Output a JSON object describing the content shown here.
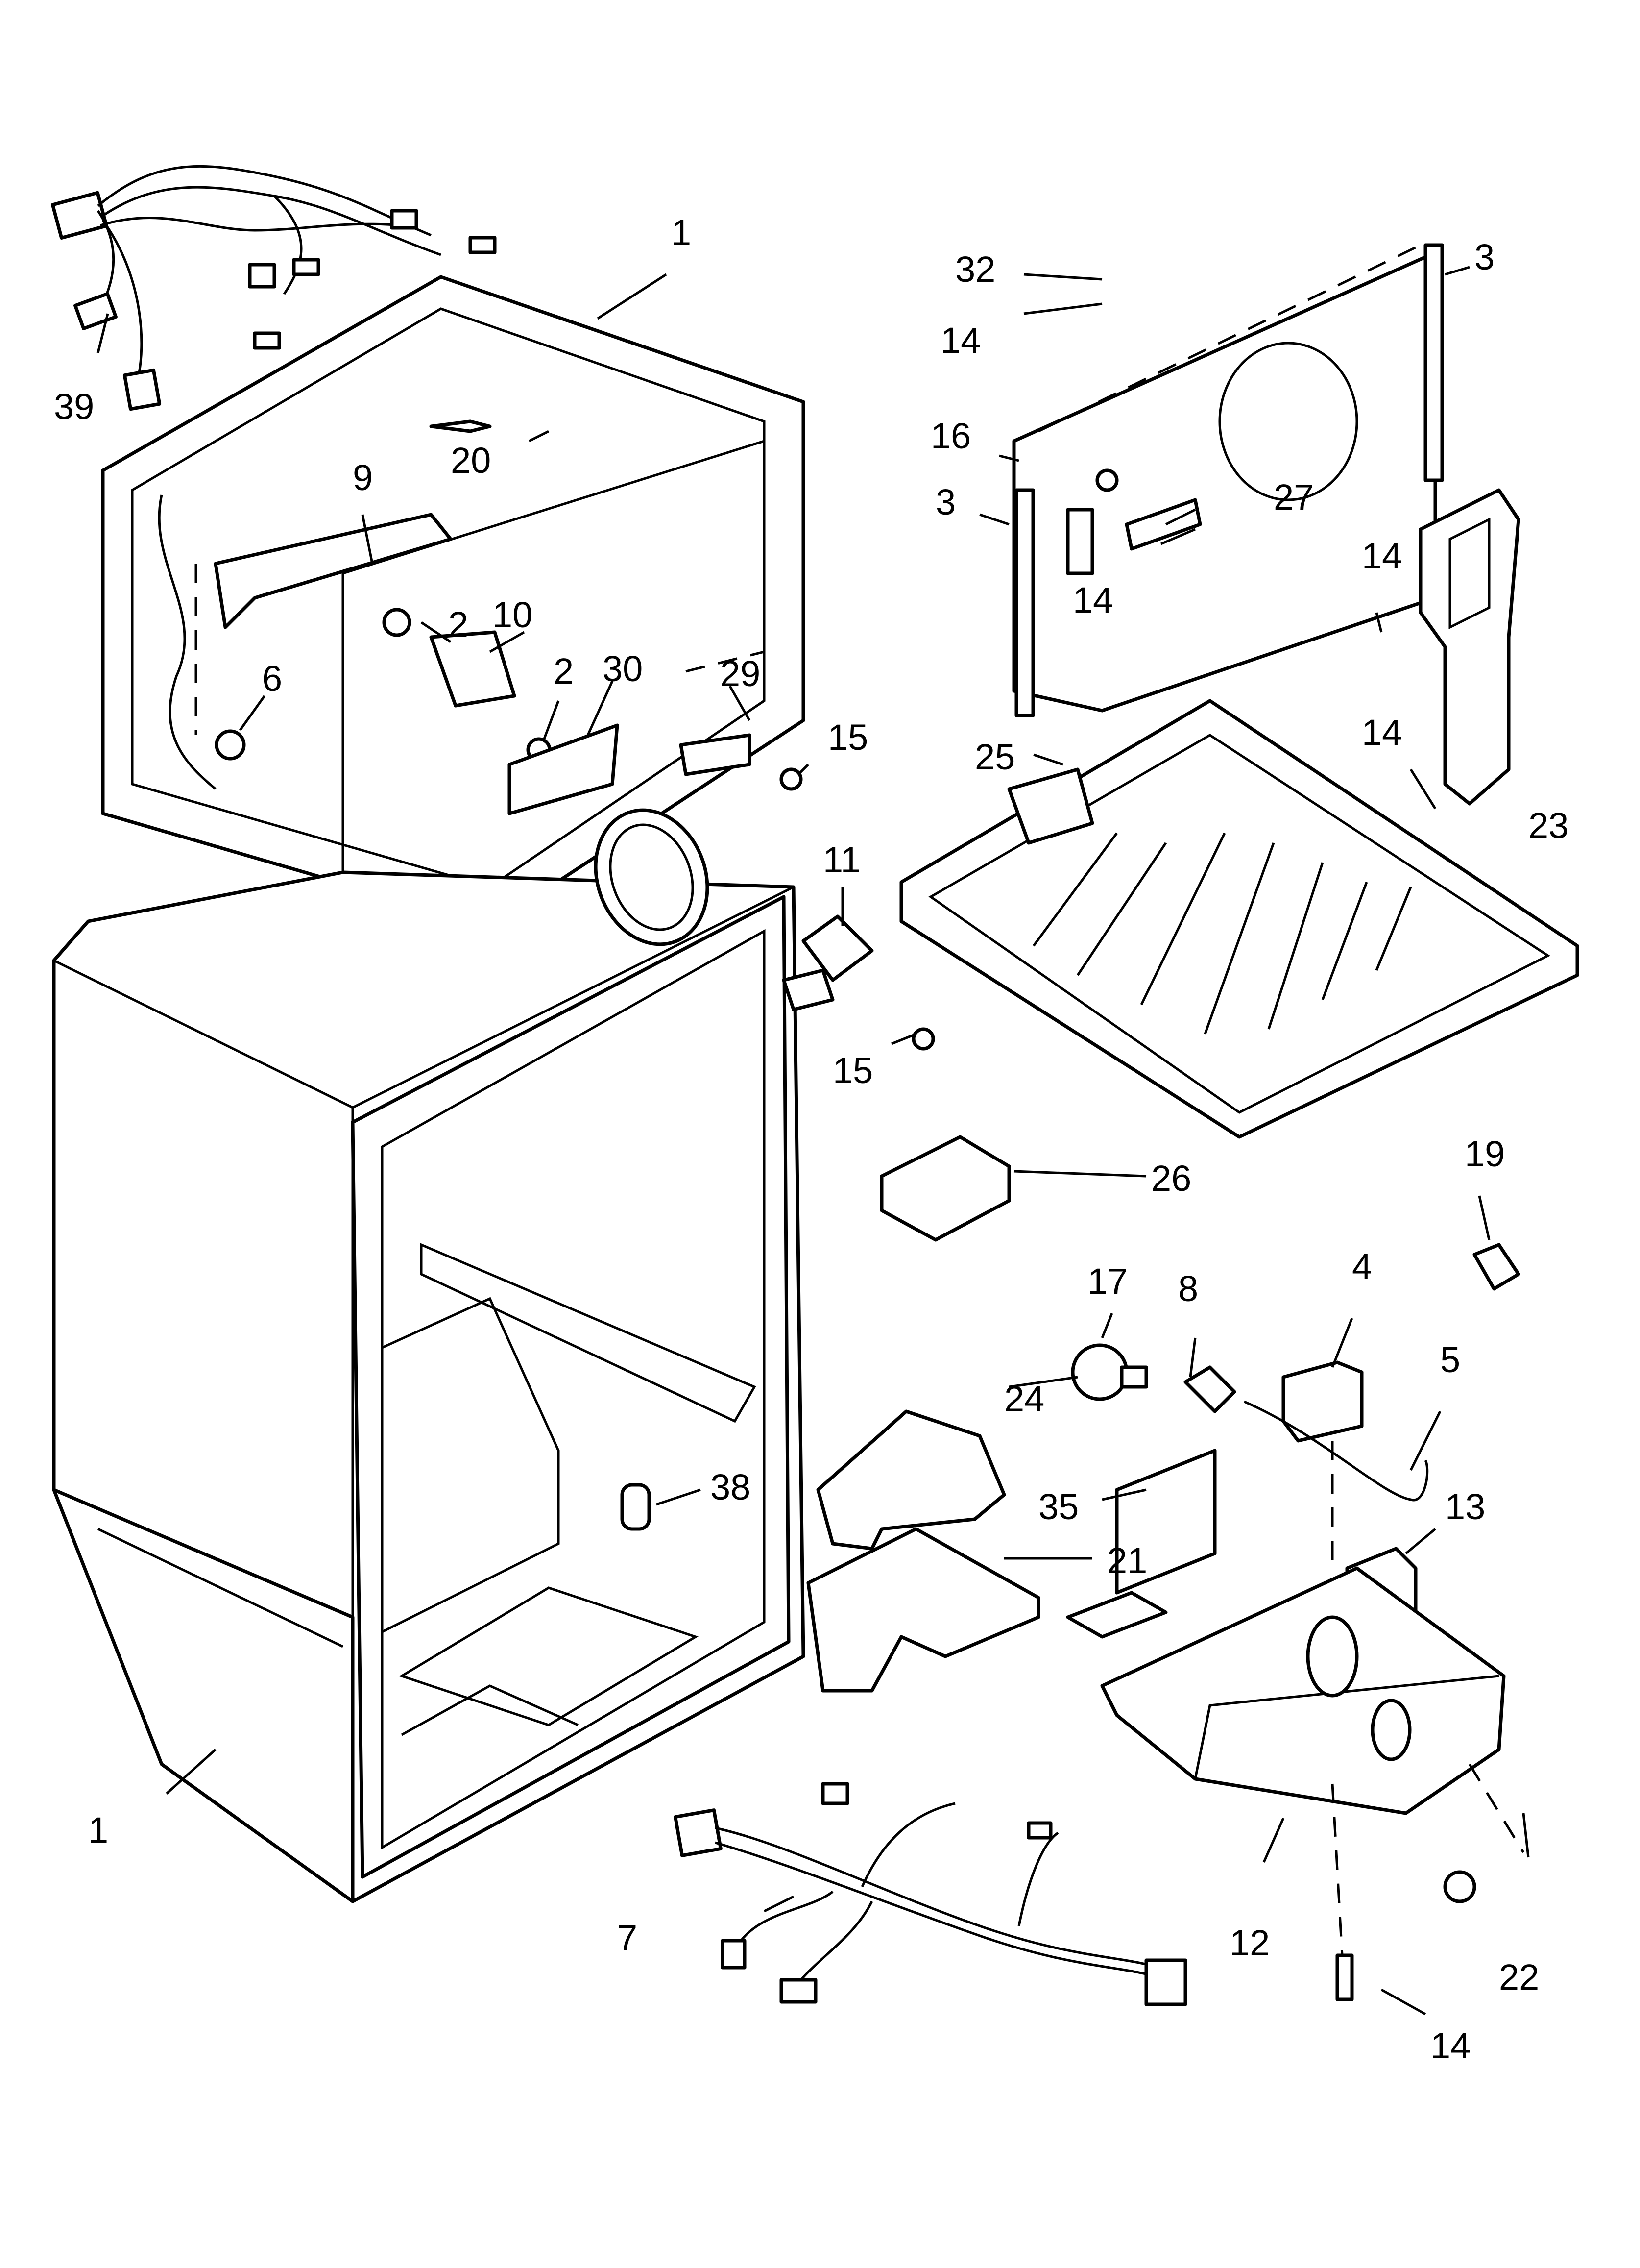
{
  "diagram": {
    "callouts": [
      {
        "id": "c1-top",
        "label": "1"
      },
      {
        "id": "c1-bottom",
        "label": "1"
      },
      {
        "id": "c2-a",
        "label": "2"
      },
      {
        "id": "c2-b",
        "label": "2"
      },
      {
        "id": "c3-a",
        "label": "3"
      },
      {
        "id": "c3-b",
        "label": "3"
      },
      {
        "id": "c4",
        "label": "4"
      },
      {
        "id": "c5",
        "label": "5"
      },
      {
        "id": "c6",
        "label": "6"
      },
      {
        "id": "c7",
        "label": "7"
      },
      {
        "id": "c8",
        "label": "8"
      },
      {
        "id": "c9",
        "label": "9"
      },
      {
        "id": "c10",
        "label": "10"
      },
      {
        "id": "c11",
        "label": "11"
      },
      {
        "id": "c12",
        "label": "12"
      },
      {
        "id": "c13",
        "label": "13"
      },
      {
        "id": "c14-a",
        "label": "14"
      },
      {
        "id": "c14-b",
        "label": "14"
      },
      {
        "id": "c14-c",
        "label": "14"
      },
      {
        "id": "c14-d",
        "label": "14"
      },
      {
        "id": "c14-e",
        "label": "14"
      },
      {
        "id": "c15-a",
        "label": "15"
      },
      {
        "id": "c15-b",
        "label": "15"
      },
      {
        "id": "c16",
        "label": "16"
      },
      {
        "id": "c17",
        "label": "17"
      },
      {
        "id": "c19",
        "label": "19"
      },
      {
        "id": "c20",
        "label": "20"
      },
      {
        "id": "c21",
        "label": "21"
      },
      {
        "id": "c22",
        "label": "22"
      },
      {
        "id": "c23",
        "label": "23"
      },
      {
        "id": "c24",
        "label": "24"
      },
      {
        "id": "c25",
        "label": "25"
      },
      {
        "id": "c26",
        "label": "26"
      },
      {
        "id": "c27",
        "label": "27"
      },
      {
        "id": "c29",
        "label": "29"
      },
      {
        "id": "c30",
        "label": "30"
      },
      {
        "id": "c32",
        "label": "32"
      },
      {
        "id": "c35",
        "label": "35"
      },
      {
        "id": "c38",
        "label": "38"
      },
      {
        "id": "c39",
        "label": "39"
      }
    ]
  }
}
